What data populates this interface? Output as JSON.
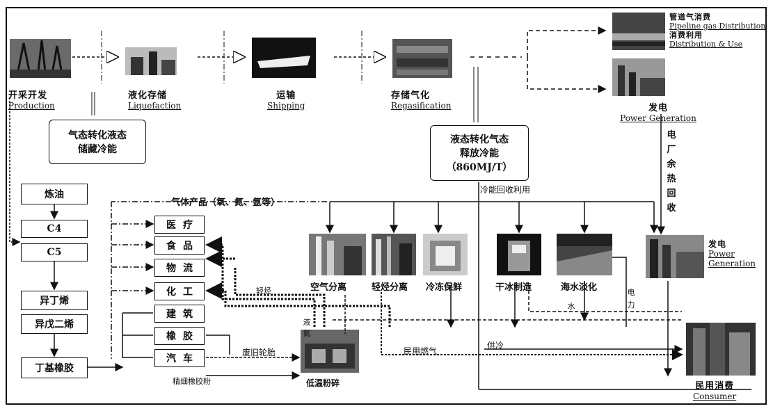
{
  "chain": {
    "production": {
      "zh": "开采开发",
      "en": "Production"
    },
    "liquefaction": {
      "zh": "液化存储",
      "en": "Liquefaction"
    },
    "shipping": {
      "zh": "运输",
      "en": "Shipping"
    },
    "regasification": {
      "zh": "存储气化",
      "en": "Regasification"
    },
    "pipeline": {
      "zh": "管道气消费",
      "en": "Pipeline gas Distribution"
    },
    "distribution": {
      "zh": "消费利用",
      "en": "Distribution & Use"
    },
    "power_top": {
      "zh": "发电",
      "en": "Power Generation"
    }
  },
  "boxes": {
    "store_cold_1": "气态转化液态",
    "store_cold_2": "储藏冷能",
    "release_cold_1": "液态转化气态",
    "release_cold_2": "释放冷能",
    "release_cold_3": "（860MJ/T）"
  },
  "plant_heat": "电厂余热回收",
  "cold_recovery": "冷能回收利用",
  "gas_products": "气体产品（氧、氮、氩等）",
  "left_chain": [
    "炼油",
    "C4",
    "C5",
    "异丁烯",
    "异戊二烯",
    "丁基橡胶"
  ],
  "industries": [
    "医疗",
    "食品",
    "物流",
    "化工",
    "建筑",
    "橡胶",
    "汽车"
  ],
  "apps": {
    "air_separation": "空气分离",
    "light_hydrocarbon": "轻烃分离",
    "cold_storage": "冷冻保鲜",
    "dry_ice": "干冰制造",
    "desalination": "海水淡化",
    "power_zh": "发电",
    "power_en": "Power Generation"
  },
  "flows": {
    "light_hc": "轻烃",
    "liquid_nitrogen": "液氮",
    "used_tires": "废旧轮胎",
    "civil_gas": "民用燃气",
    "cooling_supply": "供冷",
    "water": "水",
    "power": "电力",
    "rubber_powder": "精细橡胶粉",
    "cryo_crushing": "低温粉碎"
  },
  "consumer": {
    "zh": "民用消费",
    "en": "Consumer"
  }
}
